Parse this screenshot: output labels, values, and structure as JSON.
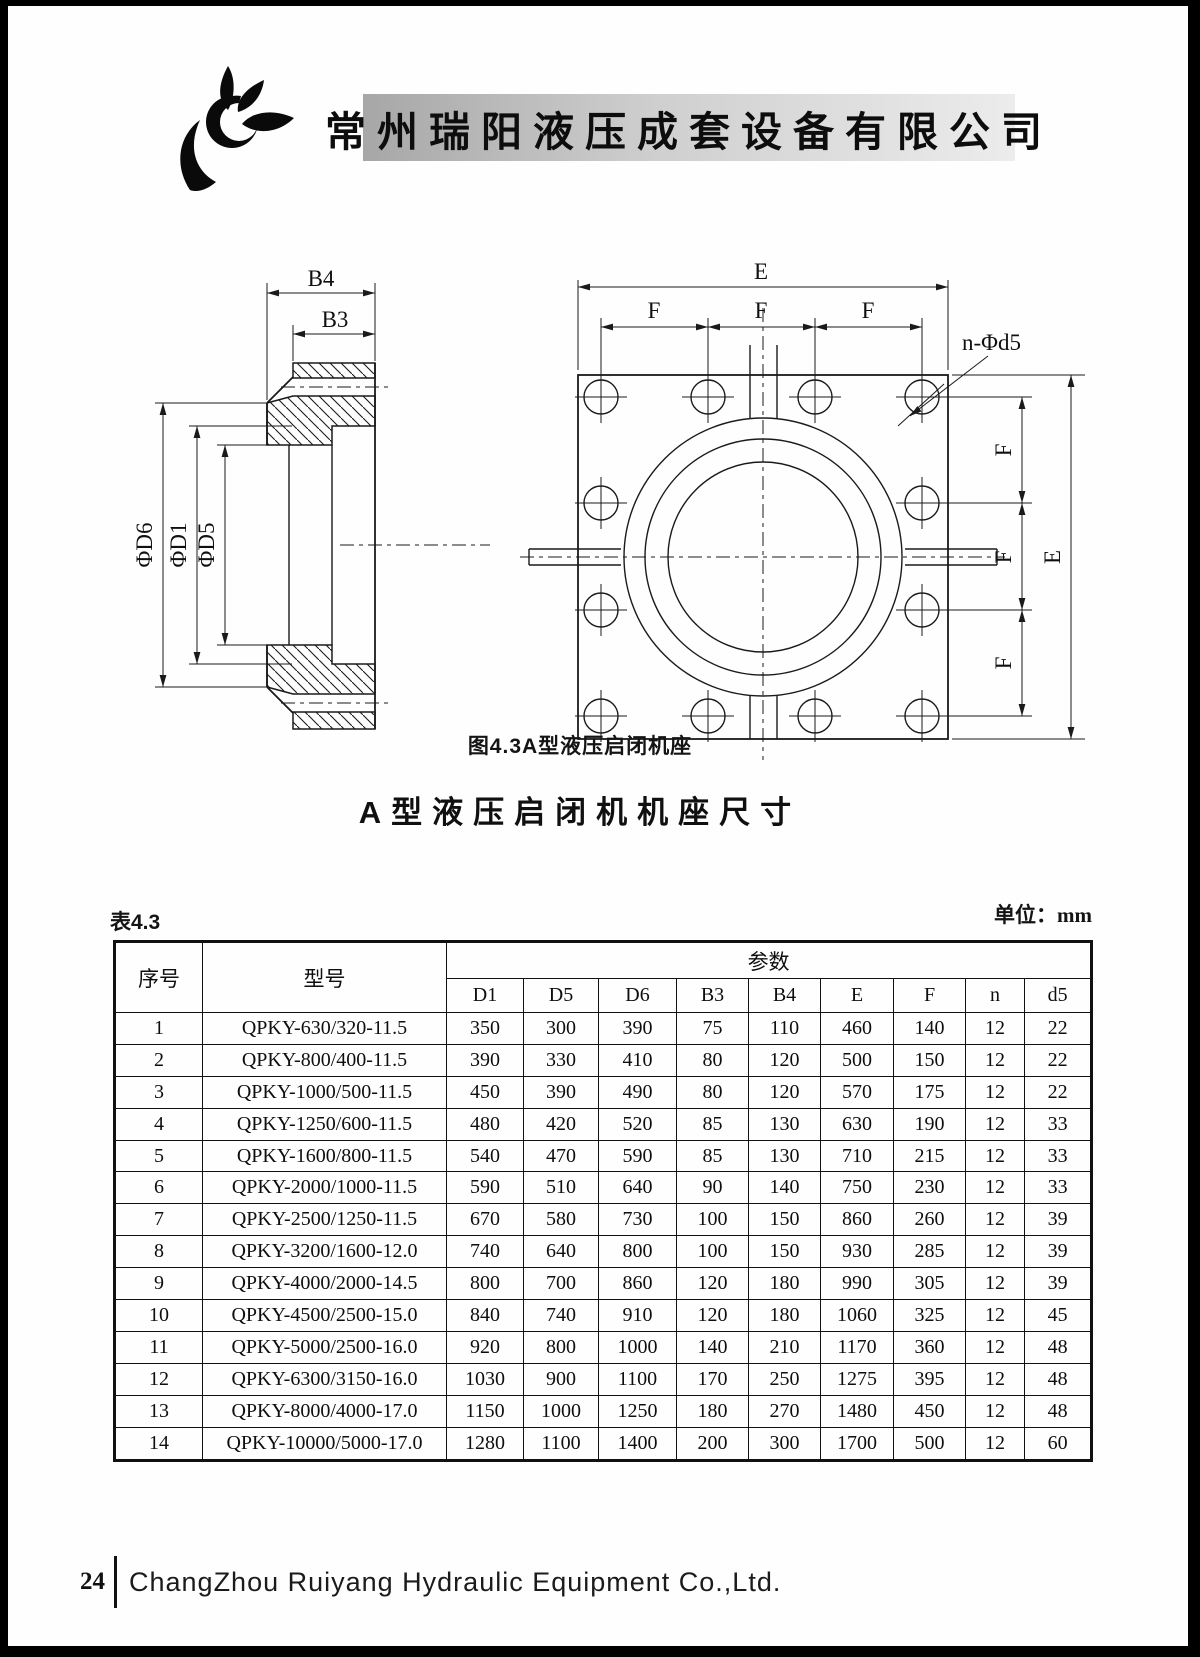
{
  "header": {
    "company_name": "常州瑞阳液压成套设备有限公司"
  },
  "figure": {
    "caption": "图4.3A型液压启闭机座",
    "side_view": {
      "b4": "B4",
      "b3": "B3",
      "d6": "ΦD6",
      "d1": "ΦD1",
      "d5": "ΦD5"
    },
    "front_view": {
      "e_top": "E",
      "f_top": [
        "F",
        "F",
        "F"
      ],
      "hole_note": "n-Φd5",
      "f_right": [
        "F",
        "F",
        "F"
      ],
      "e_right": "E"
    }
  },
  "title": "A型液压启闭机机座尺寸",
  "table": {
    "label": "表4.3",
    "unit": "单位：mm",
    "headers": {
      "index": "序号",
      "model": "型号",
      "params": "参数"
    },
    "param_headers": [
      "D1",
      "D5",
      "D6",
      "B3",
      "B4",
      "E",
      "F",
      "n",
      "d5"
    ],
    "rows": [
      {
        "no": "1",
        "model": "QPKY-630/320-11.5",
        "values": [
          "350",
          "300",
          "390",
          "75",
          "110",
          "460",
          "140",
          "12",
          "22"
        ]
      },
      {
        "no": "2",
        "model": "QPKY-800/400-11.5",
        "values": [
          "390",
          "330",
          "410",
          "80",
          "120",
          "500",
          "150",
          "12",
          "22"
        ]
      },
      {
        "no": "3",
        "model": "QPKY-1000/500-11.5",
        "values": [
          "450",
          "390",
          "490",
          "80",
          "120",
          "570",
          "175",
          "12",
          "22"
        ]
      },
      {
        "no": "4",
        "model": "QPKY-1250/600-11.5",
        "values": [
          "480",
          "420",
          "520",
          "85",
          "130",
          "630",
          "190",
          "12",
          "33"
        ]
      },
      {
        "no": "5",
        "model": "QPKY-1600/800-11.5",
        "values": [
          "540",
          "470",
          "590",
          "85",
          "130",
          "710",
          "215",
          "12",
          "33"
        ]
      },
      {
        "no": "6",
        "model": "QPKY-2000/1000-11.5",
        "values": [
          "590",
          "510",
          "640",
          "90",
          "140",
          "750",
          "230",
          "12",
          "33"
        ]
      },
      {
        "no": "7",
        "model": "QPKY-2500/1250-11.5",
        "values": [
          "670",
          "580",
          "730",
          "100",
          "150",
          "860",
          "260",
          "12",
          "39"
        ]
      },
      {
        "no": "8",
        "model": "QPKY-3200/1600-12.0",
        "values": [
          "740",
          "640",
          "800",
          "100",
          "150",
          "930",
          "285",
          "12",
          "39"
        ]
      },
      {
        "no": "9",
        "model": "QPKY-4000/2000-14.5",
        "values": [
          "800",
          "700",
          "860",
          "120",
          "180",
          "990",
          "305",
          "12",
          "39"
        ]
      },
      {
        "no": "10",
        "model": "QPKY-4500/2500-15.0",
        "values": [
          "840",
          "740",
          "910",
          "120",
          "180",
          "1060",
          "325",
          "12",
          "45"
        ]
      },
      {
        "no": "11",
        "model": "QPKY-5000/2500-16.0",
        "values": [
          "920",
          "800",
          "1000",
          "140",
          "210",
          "1170",
          "360",
          "12",
          "48"
        ]
      },
      {
        "no": "12",
        "model": "QPKY-6300/3150-16.0",
        "values": [
          "1030",
          "900",
          "1100",
          "170",
          "250",
          "1275",
          "395",
          "12",
          "48"
        ]
      },
      {
        "no": "13",
        "model": "QPKY-8000/4000-17.0",
        "values": [
          "1150",
          "1000",
          "1250",
          "180",
          "270",
          "1480",
          "450",
          "12",
          "48"
        ]
      },
      {
        "no": "14",
        "model": "QPKY-10000/5000-17.0",
        "values": [
          "1280",
          "1100",
          "1400",
          "200",
          "300",
          "1700",
          "500",
          "12",
          "60"
        ]
      }
    ]
  },
  "footer": {
    "page_number": "24",
    "company_name_en": "ChangZhou Ruiyang Hydraulic Equipment Co.,Ltd."
  }
}
